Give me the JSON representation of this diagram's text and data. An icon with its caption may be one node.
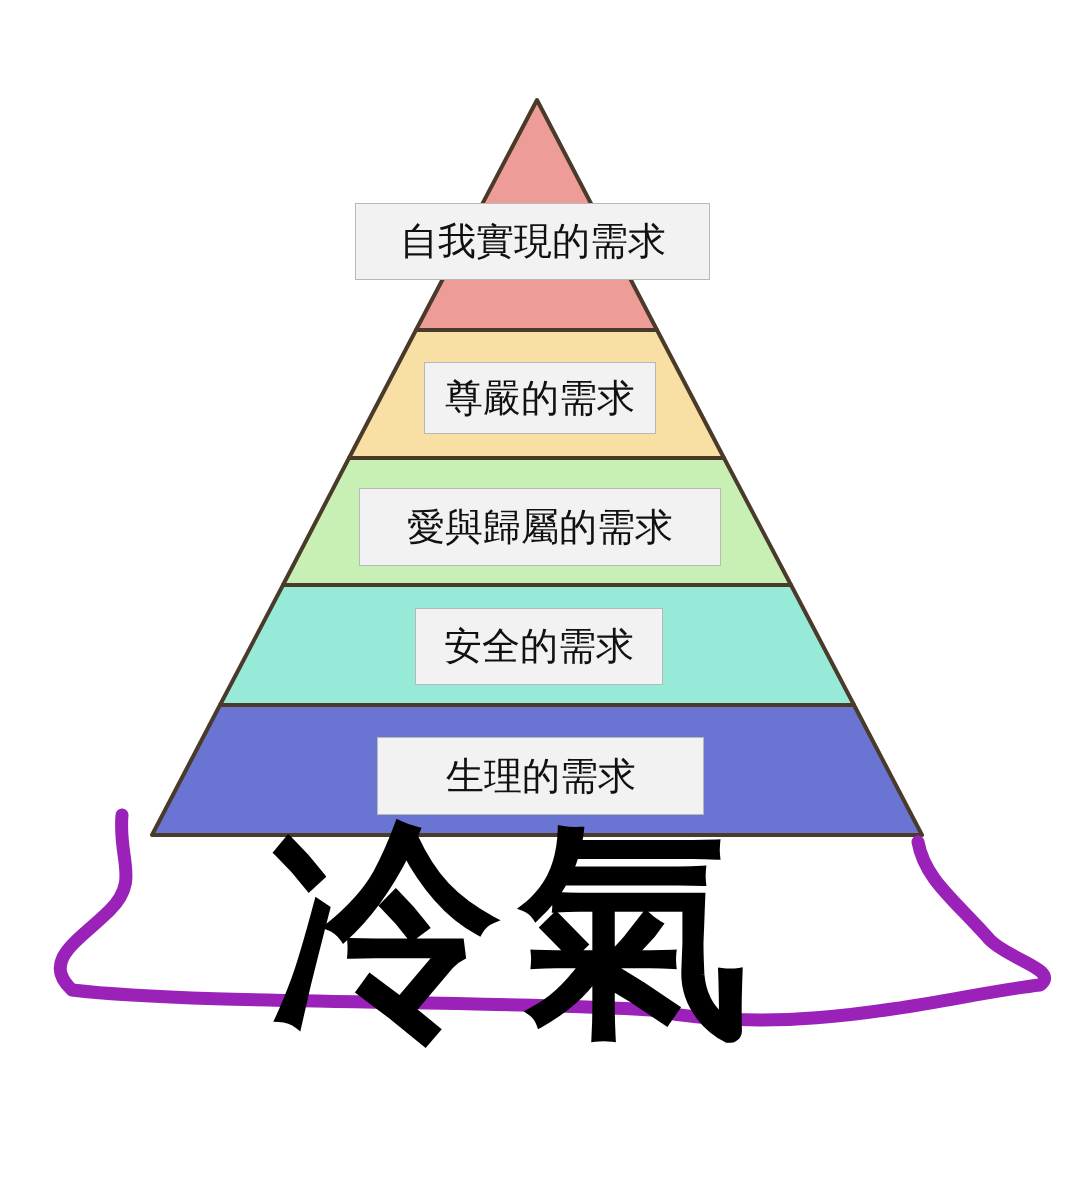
{
  "diagram": {
    "nodes": [
      {
        "text": [
          "自我實現的需求"
        ]
      },
      {
        "text": [
          "尊嚴的需求"
        ]
      },
      {
        "text": [
          "愛與歸屬的需求"
        ]
      },
      {
        "text": [
          "安全的需求"
        ]
      },
      {
        "text": [
          "生理的需求"
        ]
      },
      {
        "text": [
          "冷氣"
        ]
      }
    ]
  }
}
